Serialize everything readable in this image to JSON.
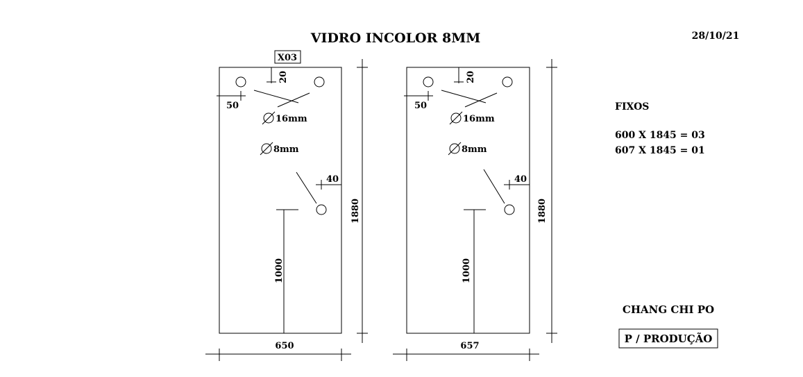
{
  "header": {
    "title": "VIDRO INCOLOR 8MM",
    "date": "28/10/21",
    "code": "X03"
  },
  "panels": [
    {
      "width_label": "650",
      "height_label": "1880",
      "offset_top_label": "20",
      "offset_left_label": "50",
      "offset_right_label": "40",
      "handle_height_label": "1000",
      "hole_large_label": "16mm",
      "hole_small_label": "8mm"
    },
    {
      "width_label": "657",
      "height_label": "1880",
      "offset_top_label": "20",
      "offset_left_label": "50",
      "offset_right_label": "40",
      "handle_height_label": "1000",
      "hole_large_label": "16mm",
      "hole_small_label": "8mm"
    }
  ],
  "summary": {
    "heading": "FIXOS",
    "lines": [
      "600 X 1845 = 03",
      "607 X 1845 = 01"
    ]
  },
  "footer": {
    "name": "CHANG CHI PO",
    "stamp": "P / PRODUÇÃO"
  }
}
